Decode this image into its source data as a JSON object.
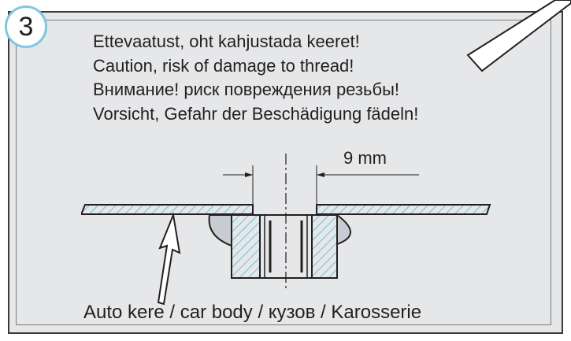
{
  "step_number": "3",
  "warnings": [
    "Ettevaatust, oht kahjustada keeret!",
    "Caution, risk of damage to thread!",
    "Внимание! риск повреждения резьбы!",
    "Vorsicht, Gefahr der Beschädigung fädeln!"
  ],
  "dimension_label": "9 mm",
  "caption": "Auto kere / car body / кузов / Karosserie",
  "colors": {
    "panel_background": "#e6e7e8",
    "badge_border": "#7fc7e4",
    "hatch": "#3ab0d8",
    "weld_fill": "#c9cbd2",
    "line": "#231f20"
  },
  "icons": [
    "tool-rod-icon",
    "pointer-arrow-icon"
  ]
}
